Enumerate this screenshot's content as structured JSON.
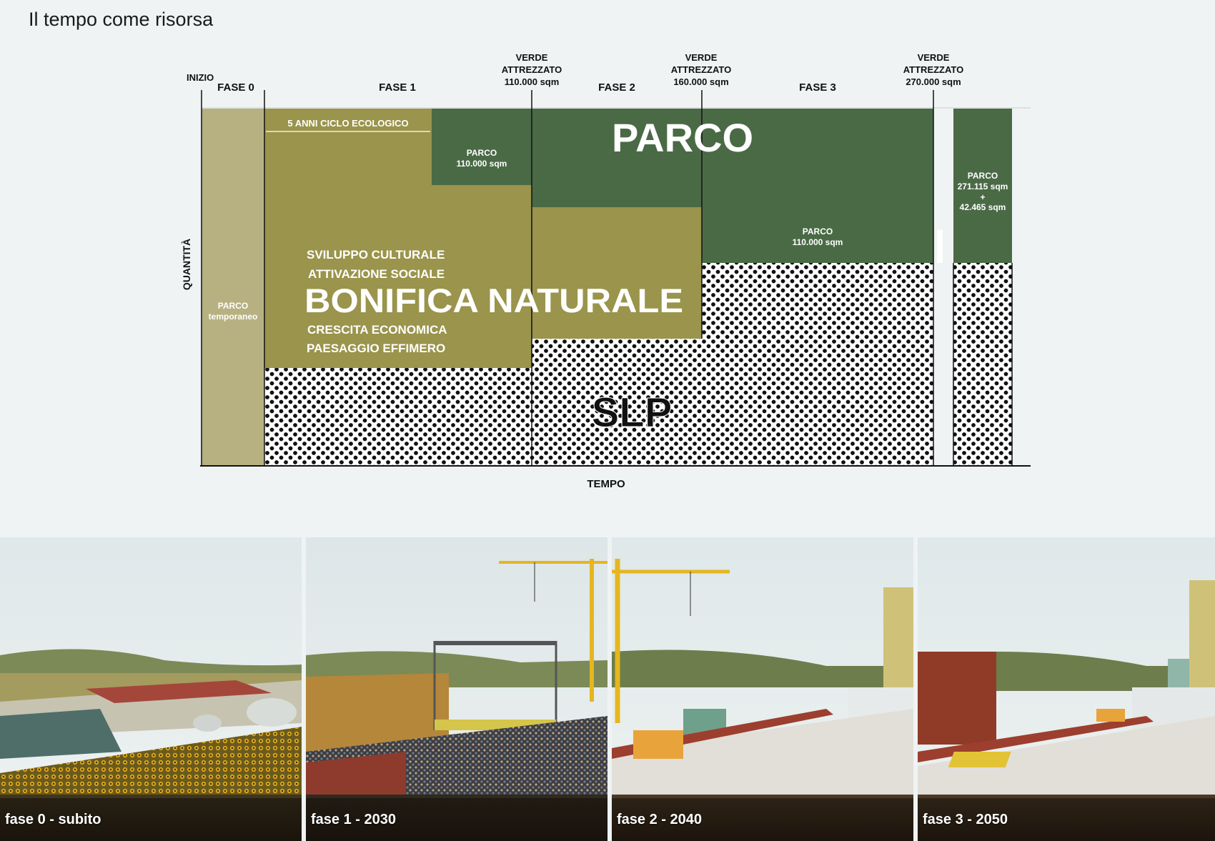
{
  "page": {
    "title": "Il tempo come risorsa"
  },
  "diagram": {
    "start_label": "INIZIO",
    "y_axis_label": "QUANTITÀ",
    "x_axis_label": "TEMPO",
    "phases": [
      "FASE 0",
      "FASE 1",
      "FASE 2",
      "FASE 3"
    ],
    "milestones": [
      {
        "line1": "VERDE",
        "line2": "ATTREZZATO",
        "line3": "110.000 sqm"
      },
      {
        "line1": "VERDE",
        "line2": "ATTREZZATO",
        "line3": "160.000 sqm"
      },
      {
        "line1": "VERDE",
        "line2": "ATTREZZATO",
        "line3": "270.000 sqm"
      }
    ],
    "cycle_label": "5 ANNI CICLO ECOLOGICO",
    "parco_big": "PARCO",
    "parco_small_1": {
      "line1": "PARCO",
      "line2": "110.000 sqm"
    },
    "parco_small_2": {
      "line1": "PARCO",
      "line2": "110.000 sqm"
    },
    "parco_final": {
      "line1": "PARCO",
      "line2": "271.115 sqm",
      "line3": "+",
      "line4": "42.465 sqm"
    },
    "parco_temp": {
      "line1": "PARCO",
      "line2": "temporaneo"
    },
    "bonifica": {
      "line1": "SVILUPPO CULTURALE",
      "line2": "ATTIVAZIONE SOCIALE",
      "big": "BONIFICA NATURALE",
      "line3": "CRESCITA ECONOMICA",
      "line4": "PAESAGGIO EFFIMERO"
    },
    "slp_label": "SLP",
    "colors": {
      "temp_park": "#b7b182",
      "bonifica": "#9a944c",
      "park": "#4a6a46",
      "slp_dot": "#111111",
      "slp_bg": "#ffffff"
    }
  },
  "photos": [
    {
      "caption": "fase 0 - subito",
      "icon": "sunflower-field-image"
    },
    {
      "caption": "fase 1 - 2030",
      "icon": "concert-crowd-image"
    },
    {
      "caption": "fase 2 - 2040",
      "icon": "construction-square-image"
    },
    {
      "caption": "fase 3 - 2050",
      "icon": "completed-square-image"
    }
  ]
}
